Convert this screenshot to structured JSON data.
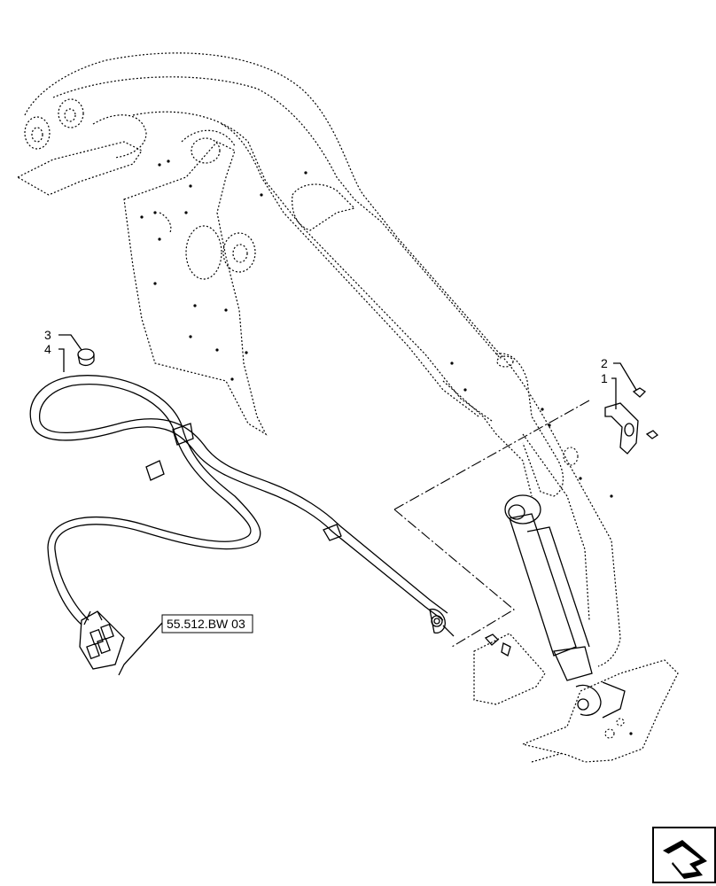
{
  "callouts": {
    "c1": "1",
    "c2": "2",
    "c3": "3",
    "c4": "4"
  },
  "reference": {
    "label": "55.512.BW 03"
  },
  "nav": {
    "icon": "next-page-arrow-icon"
  }
}
